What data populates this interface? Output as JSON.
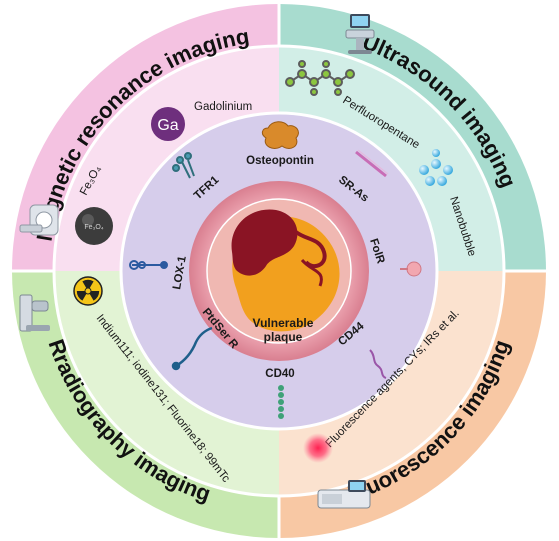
{
  "quadrants": {
    "mri": {
      "title": "Magnetic resonance imaging",
      "color": "#f4c2e1",
      "inner_color": "#f9dff0"
    },
    "ultrasound": {
      "title": "Ultrasound imaging",
      "color": "#a8dccf",
      "inner_color": "#d2eee7"
    },
    "radiography": {
      "title": "Rradiography imaging",
      "color": "#c7e8b0",
      "inner_color": "#e2f3d4"
    },
    "fluorescence": {
      "title": "Fluorescence imaging",
      "color": "#f8c8a4",
      "inner_color": "#fbe2cf"
    }
  },
  "agents": {
    "gadolinium": "Gadolinium",
    "ga_symbol": "Ga",
    "fe3o4": "Fe₃O₄",
    "fe3o4_particle": "Fe₃O₄",
    "perfluoropentane": "Perfluoropentane",
    "nanobubble": "Nanobubble",
    "radio_isotopes": "Indium111; iodine131; Fluorine18; 99mTc",
    "fluorescence_agents": "Fluorescence agents, CYs; IRs et al."
  },
  "targets": {
    "osteopontin": "Osteopontin",
    "tfr1": "TFR1",
    "sr_as": "SR-As",
    "lox1": "LOX-1",
    "folr": "FolR",
    "ptdser_r": "PtdSer R",
    "cd44": "CD44",
    "cd40": "CD40"
  },
  "center": {
    "line1": "Vulnerable",
    "line2": "plaque"
  },
  "colors": {
    "target_ring": "#d6cdeb",
    "outer_plaque_ring": "#e39aa6",
    "plaque_wall": "#f0b8b2",
    "lumen": "#f2a01e",
    "necrotic_core": "#8a1424"
  },
  "icons": [
    "ga-badge-icon",
    "fe3o4-particle-icon",
    "mri-scanner-icon",
    "ultrasound-machine-icon",
    "molecule-chain-icon",
    "bubbles-icon",
    "radiation-icon",
    "xray-machine-icon",
    "glow-dot-icon",
    "imaging-device-icon",
    "receptor-icon"
  ]
}
